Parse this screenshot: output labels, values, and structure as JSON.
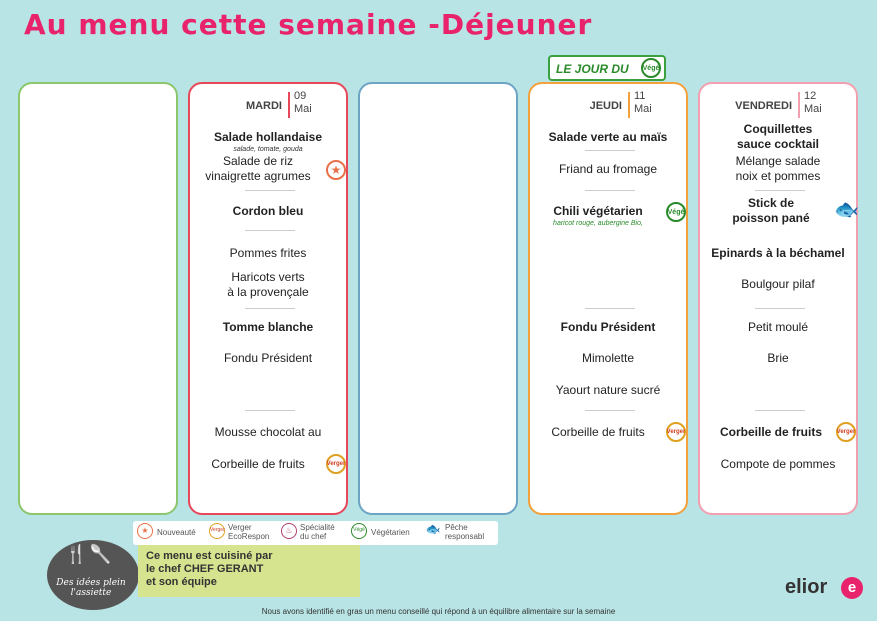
{
  "title": "Au menu cette semaine -Déjeuner",
  "jour_du_vege": {
    "label": "LE JOUR DU",
    "badge": "Végé"
  },
  "days": {
    "mardi": {
      "name": "MARDI",
      "num": "09",
      "month": "Mai",
      "items": [
        "Salade hollandaise",
        "salade, tomate, gouda",
        "Salade de riz vinaigrette agrumes",
        "Cordon bleu",
        "Pommes frites",
        "Haricots verts",
        "à la provençale",
        "Tomme blanche",
        "Fondu Président",
        "Mousse chocolat au",
        "Corbeille de fruits"
      ]
    },
    "jeudi": {
      "name": "JEUDI",
      "num": "11",
      "month": "Mai",
      "items": [
        "Salade verte au maïs",
        "Friand au fromage",
        "Chili végétarien",
        "haricot rouge, aubergine Bio,",
        "Fondu Président",
        "Mimolette",
        "Yaourt nature sucré",
        "Corbeille de fruits"
      ]
    },
    "vendredi": {
      "name": "VENDREDI",
      "num": "12",
      "month": "Mai",
      "items": [
        "Coquillettes",
        "sauce cocktail",
        "Mélange salade",
        "noix et pommes",
        "Stick de",
        "poisson pané",
        "Epinards à la béchamel",
        "Boulgour pilaf",
        "Petit moulé",
        "Brie",
        "Corbeille de fruits",
        "Compote de pommes"
      ]
    }
  },
  "badges": {
    "star": "★",
    "vege": "Végé",
    "eco": "Verger"
  },
  "legend": {
    "nouveaute": "Nouveauté",
    "verger": "Verger EcoRespon",
    "specialite": "Spécialité du chef",
    "vegetarien": "Végétarien",
    "peche": "Pêche responsabl"
  },
  "chef": {
    "line1": "Ce menu est cuisiné par",
    "line2": "le chef CHEF GERANT",
    "line3": "et son équipe"
  },
  "logo_text": "Des idées plein l'assiette",
  "brand": {
    "name": "elior",
    "e": "e"
  },
  "footer": "Nous avons identifié en gras un menu conseillé qui répond à un équilibre alimentaire sur la semaine",
  "colors": {
    "title": "#e8226b",
    "background": "#b9e4e5",
    "mardi": "#e8475a",
    "jeudi": "#f3a13c",
    "vendredi": "#f2a0b0"
  }
}
